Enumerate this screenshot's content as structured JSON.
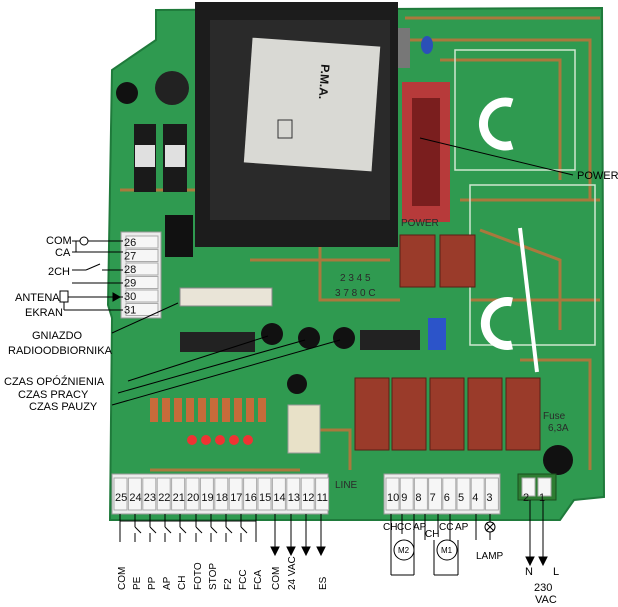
{
  "colors": {
    "pcb": "#2f9a50",
    "pcb_dark": "#1f7a3b",
    "trace": "#c0733a",
    "transformer": "#1c1c1c",
    "relay": "#9a3b2a",
    "terminal": "#ececec",
    "power_switch": "#b73a3a"
  },
  "left_labels": {
    "com": "COM",
    "ca": "CA",
    "ch2": "2CH",
    "antena": "ANTENA",
    "ekran": "EKRAN",
    "gniazdo_1": "GNIAZDO",
    "gniazdo_2": "RADIOODBIORNIKA",
    "czas_opoznienia": "CZAS OPÓŹNIENIA",
    "czas_pracy": "CZAS PRACY",
    "czas_pauzy": "CZAS PAUZY"
  },
  "right_labels": {
    "power": "POWER"
  },
  "top_terminals": [
    "26",
    "27",
    "28",
    "29",
    "30",
    "31"
  ],
  "bottom_terminals": [
    "25",
    "24",
    "23",
    "22",
    "21",
    "20",
    "19",
    "18",
    "17",
    "16",
    "15",
    "14",
    "13",
    "12",
    "11"
  ],
  "bottom_labels": [
    "COM",
    "PE",
    "PP",
    "AP",
    "CH",
    "FOTO",
    "STOP",
    "F2",
    "FCC",
    "FCA",
    "COM",
    "24 VAC",
    "ES"
  ],
  "motor_terminals": [
    "10",
    "9",
    "8",
    "7",
    "6",
    "5",
    "4",
    "3"
  ],
  "motor_labels": {
    "m2_ch": "CH",
    "m2_cc": "CC",
    "m2_ap": "AP",
    "m1_ch": "CH",
    "m1_cc": "CC",
    "m1_ap": "AP",
    "m2": "M2",
    "m1": "M1",
    "lamp": "LAMP"
  },
  "power_terminals": [
    "2",
    "1"
  ],
  "power_labels": {
    "n": "N",
    "l": "L",
    "vac_1": "230",
    "vac_2": "VAC"
  },
  "board_marks": {
    "transformer_brand": "P.M.A.",
    "power_silk": "POWER",
    "line_silk": "LINE",
    "fuse_silk": "Fuse",
    "fuse_value": "6,3A",
    "dip_row_1": "2 3 4 5",
    "dip_row_2": "3 7 8 0 C"
  }
}
